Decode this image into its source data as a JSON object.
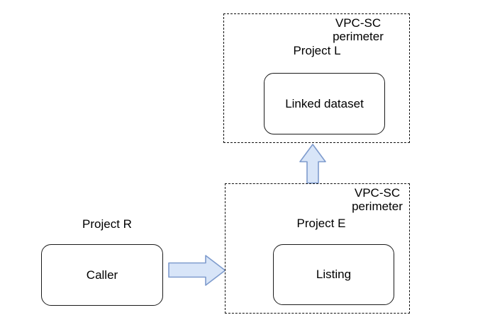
{
  "colors": {
    "arrow_fill": "#d8e5f8",
    "arrow_stroke": "#7e9bcd",
    "box_border": "#1a1a1a",
    "dashed_border": "#111111",
    "background": "#ffffff"
  },
  "perimeter_l": {
    "perimeter_label_lines": [
      "VPC-SC",
      "perimeter"
    ],
    "project_label": "Project L",
    "node_label": "Linked dataset"
  },
  "perimeter_e": {
    "perimeter_label_lines": [
      "VPC-SC",
      "perimeter"
    ],
    "project_label": "Project E",
    "node_label": "Listing"
  },
  "project_r": {
    "project_label": "Project R",
    "node_label": "Caller"
  },
  "arrows": [
    {
      "name": "caller-to-listing",
      "direction": "right"
    },
    {
      "name": "listing-to-linked-dataset",
      "direction": "up"
    }
  ]
}
